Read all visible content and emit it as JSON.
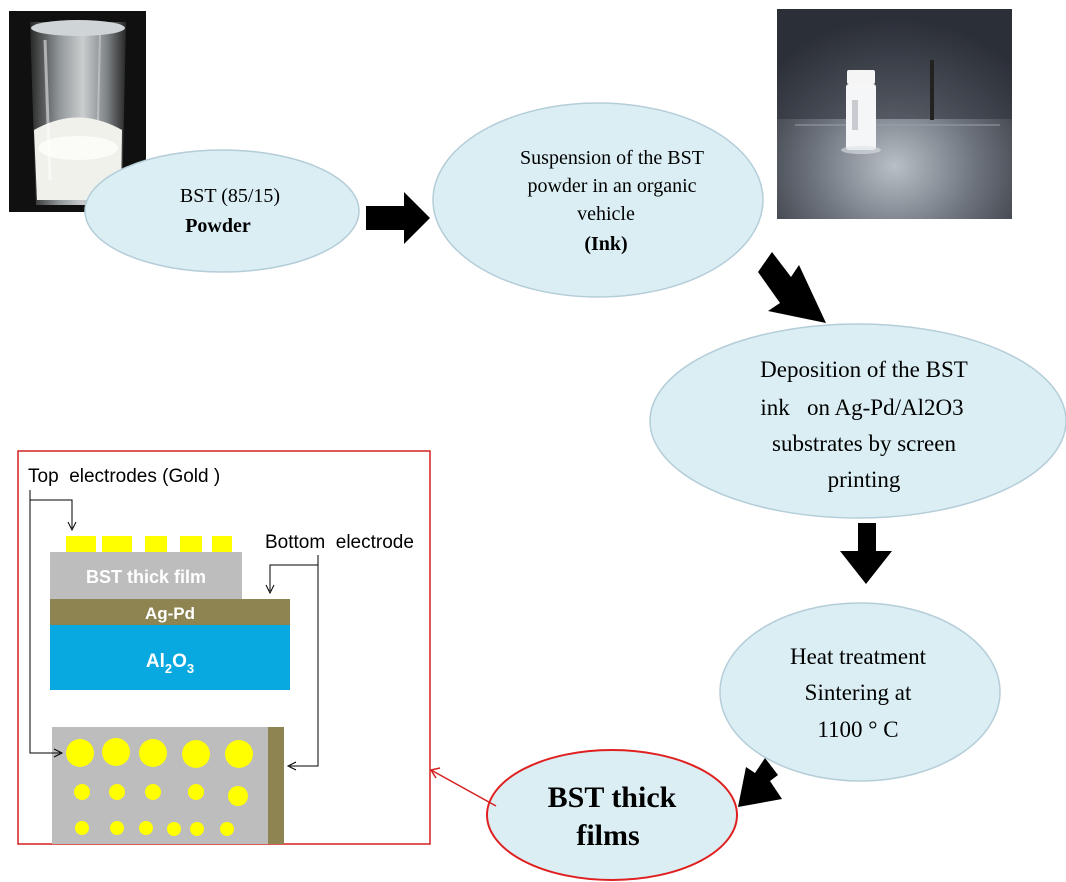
{
  "steps": {
    "powder": {
      "line1": "BST (85/15)",
      "line2": "Powder"
    },
    "ink": {
      "line1": "Suspension of the BST",
      "line2": "powder in an organic",
      "line3": "vehicle",
      "line4": "(Ink)"
    },
    "deposition": {
      "line1": "Deposition of the BST",
      "line2": "ink   on Ag-Pd/Al2O3",
      "line3": "substrates by screen",
      "line4": "printing"
    },
    "heat": {
      "line1": "Heat treatment",
      "line2": "Sintering at",
      "line3": "1100 ° C"
    },
    "result": {
      "line1": "BST thick",
      "line2": "films"
    }
  },
  "inset": {
    "top_electrodes_label": "Top  electrodes (Gold )",
    "bottom_electrode_label": "Bottom  electrode",
    "bst_layer": "BST thick film",
    "agpd_layer": "Ag-Pd",
    "al2o3_layer": {
      "base1": "Al",
      "sub1": "2",
      "base2": "O",
      "sub2": "3"
    }
  },
  "colors": {
    "ellipse_fill": "#daeef3",
    "ellipse_stroke": "#b4cdd8",
    "result_stroke": "#e02020",
    "inset_border": "#d42020",
    "gold": "#ffff00",
    "bst_gray": "#bdbdbd",
    "agpd": "#8d8451",
    "al2o3": "#08a8e0",
    "arrow": "#000000"
  }
}
